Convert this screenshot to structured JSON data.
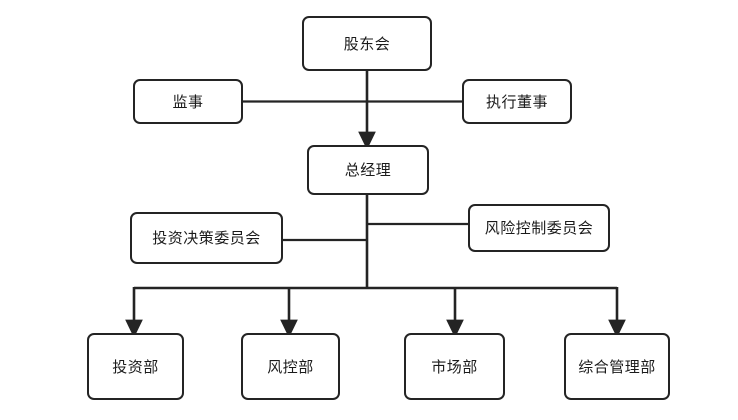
{
  "diagram": {
    "type": "organization-chart",
    "title": "",
    "background_color": "#ffffff",
    "line_color": "#242424",
    "box_fill": "#ffffff",
    "text_color": "#1b1b1b",
    "nodes": {
      "shareholders": {
        "label": "股东会"
      },
      "supervisor": {
        "label": "监事"
      },
      "executive_director": {
        "label": "执行董事"
      },
      "general_manager": {
        "label": "总经理"
      },
      "investment_committee": {
        "label": "投资决策委员会"
      },
      "risk_committee": {
        "label": "风险控制委员会"
      }
    },
    "departments": [
      {
        "label": "投资部"
      },
      {
        "label": "风控部"
      },
      {
        "label": "市场部"
      },
      {
        "label": "综合管理部"
      }
    ],
    "edges": [
      {
        "from": "shareholders",
        "to": "general_manager",
        "arrow": true
      },
      {
        "from": "supervisor",
        "to": "executive_director",
        "arrow": false
      },
      {
        "from": "general_manager",
        "to": "investment_committee",
        "arrow": false
      },
      {
        "from": "general_manager",
        "to": "risk_committee",
        "arrow": false
      },
      {
        "from": "general_manager",
        "to": "投资部",
        "arrow": true
      },
      {
        "from": "general_manager",
        "to": "风控部",
        "arrow": true
      },
      {
        "from": "general_manager",
        "to": "市场部",
        "arrow": true
      },
      {
        "from": "general_manager",
        "to": "综合管理部",
        "arrow": true
      }
    ]
  }
}
